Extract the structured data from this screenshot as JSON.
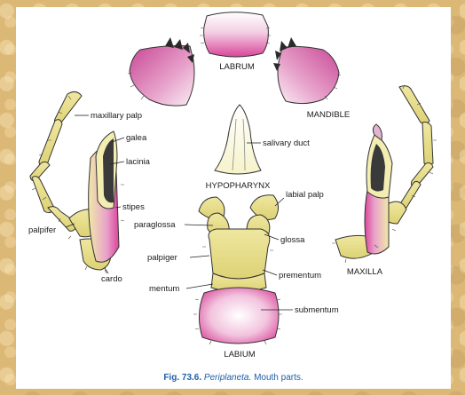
{
  "figure": {
    "caption_number": "Fig. 73.6.",
    "caption_genus": "Periplaneta.",
    "caption_rest": "Mouth parts."
  },
  "parts": {
    "labrum": "LABRUM",
    "mandible": "MANDIBLE",
    "hypopharynx": "HYPOPHARYNX",
    "maxilla": "MAXILLA",
    "labium": "LABIUM"
  },
  "labels": {
    "maxillary_palp": "maxillary palp",
    "galea": "galea",
    "lacinia": "lacinia",
    "stipes": "stipes",
    "palpifer": "palpifer",
    "cardo": "cardo",
    "salivary_duct": "salivary duct",
    "labial_palp": "labial palp",
    "paraglossa": "paraglossa",
    "glossa": "glossa",
    "palpiger": "palpiger",
    "prementum": "prementum",
    "mentum": "mentum",
    "submentum": "submentum"
  },
  "colors": {
    "magenta": "#d9459a",
    "yellow": "#e8e08a",
    "dark_teeth": "#2a2a2a",
    "caption_blue": "#1d5fa8"
  }
}
